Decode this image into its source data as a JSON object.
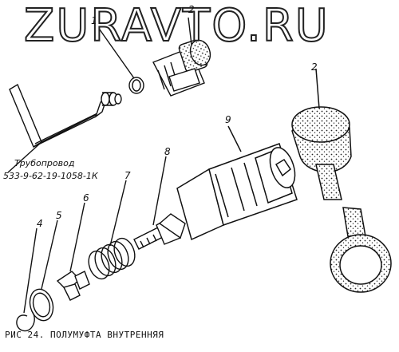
{
  "watermark": "ZURAVTO.RU",
  "labels": {
    "n2_top": "2",
    "n1": "1",
    "n2_right": "2",
    "n9": "9",
    "n8": "8",
    "n7": "7",
    "n6": "6",
    "n5": "5",
    "n4": "4"
  },
  "pipe": {
    "name": "Трубопровод",
    "code": "533-9-62-19-1058-1К"
  },
  "caption": "РИС 24. ПОЛУМУФТА ВНУТРЕННЯЯ"
}
